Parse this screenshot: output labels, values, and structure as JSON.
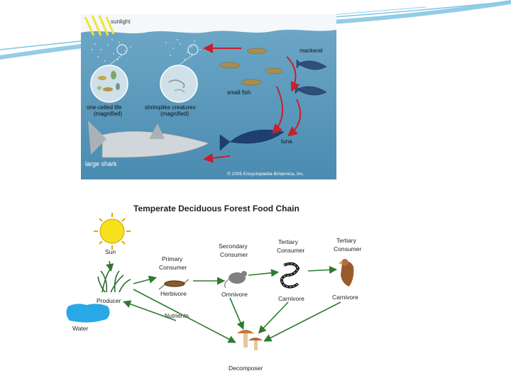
{
  "ocean": {
    "labels": {
      "sunlight": "sunlight",
      "mackerel": "mackerel",
      "small_fish": "small fish",
      "one_celled": "one-celled life",
      "one_celled_sub": "(magnified)",
      "shrimp": "shrimplike creatures",
      "shrimp_sub": "(magnified)",
      "tuna": "tuna",
      "shark": "large shark",
      "copyright": "© 2005 Encyclopædia Britannica, Inc."
    }
  },
  "forest": {
    "title": "Temperate Deciduous Forest Food Chain",
    "labels": {
      "sun": "Sun",
      "producer": "Producer",
      "water": "Water",
      "primary_1": "Primary",
      "primary_2": "Consumer",
      "herbivore": "Herbivore",
      "secondary_1": "Secondary",
      "secondary_2": "Consumer",
      "omnivore": "Omnivore",
      "tertiary_1": "Tertiary",
      "tertiary_2": "Consumer",
      "carnivore_1": "Carnivore",
      "tertiary_b1": "Tertiary",
      "tertiary_b2": "Consumer",
      "carnivore_2": "Carnivore",
      "nutrients": "Nutrients",
      "decomposer": "Decomposer"
    }
  },
  "colors": {
    "ocean_bg": "#5f9fc0",
    "arrow_red": "#c8202a",
    "arrow_green": "#2e7a2e",
    "swoosh": "#3aa3d0"
  }
}
